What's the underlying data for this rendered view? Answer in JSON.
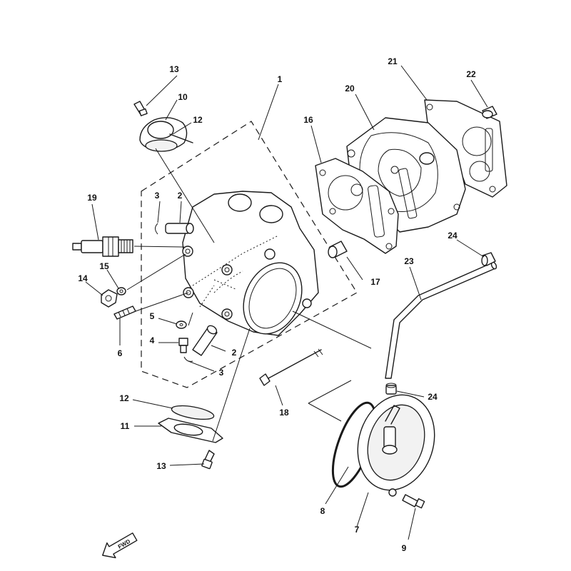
{
  "callouts": [
    {
      "id": "c13a",
      "text": "13"
    },
    {
      "id": "c10",
      "text": "10"
    },
    {
      "id": "c12a",
      "text": "12"
    },
    {
      "id": "c1",
      "text": "1"
    },
    {
      "id": "c21",
      "text": "21"
    },
    {
      "id": "c22",
      "text": "22"
    },
    {
      "id": "c20",
      "text": "20"
    },
    {
      "id": "c16",
      "text": "16"
    },
    {
      "id": "c19",
      "text": "19"
    },
    {
      "id": "c3a",
      "text": "3"
    },
    {
      "id": "c2a",
      "text": "2"
    },
    {
      "id": "c24a",
      "text": "24"
    },
    {
      "id": "c23",
      "text": "23"
    },
    {
      "id": "c14",
      "text": "14"
    },
    {
      "id": "c15",
      "text": "15"
    },
    {
      "id": "c17",
      "text": "17"
    },
    {
      "id": "c5",
      "text": "5"
    },
    {
      "id": "c4",
      "text": "4"
    },
    {
      "id": "c6",
      "text": "6"
    },
    {
      "id": "c2b",
      "text": "2"
    },
    {
      "id": "c3b",
      "text": "3"
    },
    {
      "id": "c12b",
      "text": "12"
    },
    {
      "id": "c18",
      "text": "18"
    },
    {
      "id": "c24b",
      "text": "24"
    },
    {
      "id": "c11",
      "text": "11"
    },
    {
      "id": "c13b",
      "text": "13"
    },
    {
      "id": "c8",
      "text": "8"
    },
    {
      "id": "c7",
      "text": "7"
    },
    {
      "id": "c9",
      "text": "9"
    }
  ],
  "direction_marker": {
    "text": "FWD"
  }
}
